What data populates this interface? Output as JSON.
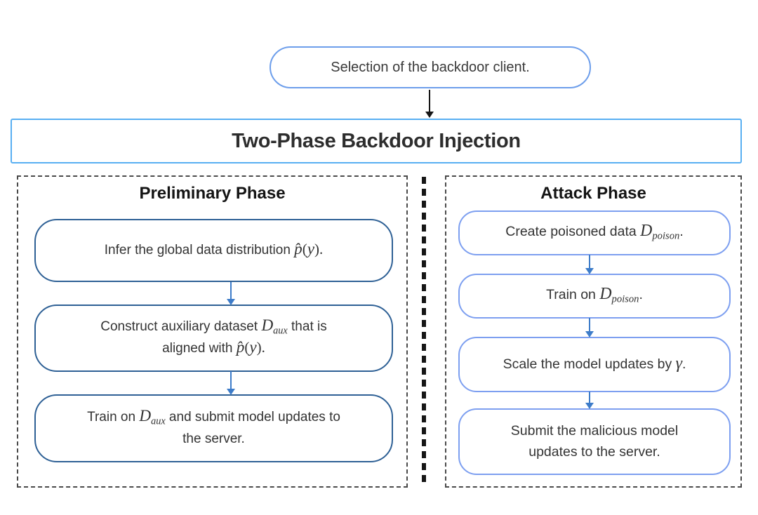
{
  "selection_box": {
    "label": "Selection of the backdoor client."
  },
  "main_title": {
    "label": "Two-Phase Backdoor Injection"
  },
  "preliminary_phase": {
    "heading": "Preliminary Phase",
    "steps": [
      {
        "segments": [
          {
            "type": "text",
            "v": "Infer the global data distribution "
          },
          {
            "type": "math",
            "v": "p̂"
          },
          {
            "type": "mrm",
            "v": "("
          },
          {
            "type": "math",
            "v": "y"
          },
          {
            "type": "mrm",
            "v": ")."
          }
        ]
      },
      {
        "segments": [
          {
            "type": "text",
            "v": "Construct auxiliary dataset "
          },
          {
            "type": "math",
            "v": "D"
          },
          {
            "type": "msub",
            "v": "aux"
          },
          {
            "type": "text",
            "v": " that is"
          },
          {
            "type": "br"
          },
          {
            "type": "text",
            "v": "aligned with "
          },
          {
            "type": "math",
            "v": "p̂"
          },
          {
            "type": "mrm",
            "v": "("
          },
          {
            "type": "math",
            "v": "y"
          },
          {
            "type": "mrm",
            "v": ")."
          }
        ]
      },
      {
        "segments": [
          {
            "type": "text",
            "v": "Train on "
          },
          {
            "type": "math",
            "v": "D"
          },
          {
            "type": "msub",
            "v": "aux"
          },
          {
            "type": "text",
            "v": " and submit model updates to"
          },
          {
            "type": "br"
          },
          {
            "type": "text",
            "v": "the server."
          }
        ]
      }
    ]
  },
  "attack_phase": {
    "heading": "Attack Phase",
    "steps": [
      {
        "segments": [
          {
            "type": "text",
            "v": "Create poisoned data "
          },
          {
            "type": "math",
            "v": "D"
          },
          {
            "type": "msub",
            "v": "poison"
          },
          {
            "type": "text",
            "v": "."
          }
        ]
      },
      {
        "segments": [
          {
            "type": "text",
            "v": "Train on "
          },
          {
            "type": "math",
            "v": "D"
          },
          {
            "type": "msub",
            "v": "poison"
          },
          {
            "type": "text",
            "v": "."
          }
        ]
      },
      {
        "segments": [
          {
            "type": "text",
            "v": "Scale the model updates by "
          },
          {
            "type": "math",
            "v": "γ"
          },
          {
            "type": "text",
            "v": "."
          }
        ]
      },
      {
        "segments": [
          {
            "type": "text",
            "v": "Submit the malicious model"
          },
          {
            "type": "br"
          },
          {
            "type": "text",
            "v": "updates to the server."
          }
        ]
      }
    ]
  },
  "colors": {
    "selection_border": "#6d9eeb",
    "main_title_border": "#58aff2",
    "preliminary_step_border": "#2e6095",
    "attack_step_border": "#7d9ff0",
    "arrow_blue": "#3d7cc9",
    "arrow_black": "#151515",
    "container_dash": "#4a4a4a",
    "divider_dash": "#161616",
    "text": "#2f2f2f"
  }
}
